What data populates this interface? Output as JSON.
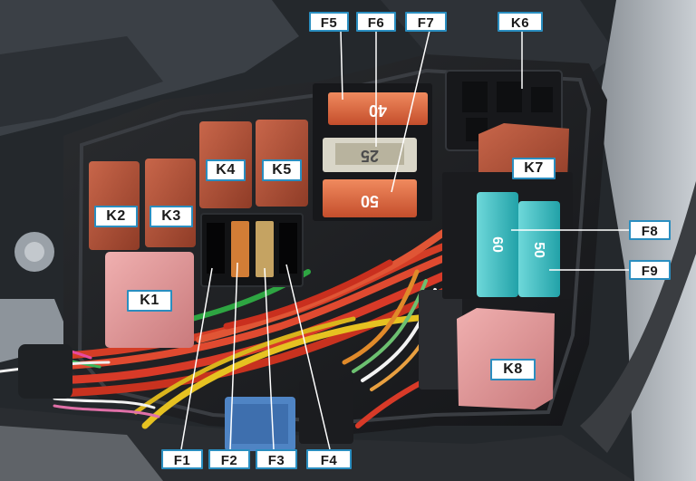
{
  "image": {
    "labels": {
      "F5": "F5",
      "F6": "F6",
      "F7": "F7",
      "K6": "K6",
      "K4": "K4",
      "K5": "K5",
      "K2": "K2",
      "K3": "K3",
      "K7": "K7",
      "K1": "K1",
      "K8": "K8",
      "F8": "F8",
      "F9": "F9",
      "F1": "F1",
      "F2": "F2",
      "F3": "F3",
      "F4": "F4"
    },
    "fuse_markings": {
      "F5": "40",
      "F6": "25",
      "F7": "50",
      "F8": "60",
      "F9": "50"
    },
    "colors": {
      "label_border": "#2a8ec0",
      "relay_brown": "#b55238",
      "relay_pink": "#e39a9c",
      "fuse_orange": "#e06a40",
      "fuse_teal": "#3fc2c6",
      "fuse_clear": "#d9d6c8"
    }
  }
}
